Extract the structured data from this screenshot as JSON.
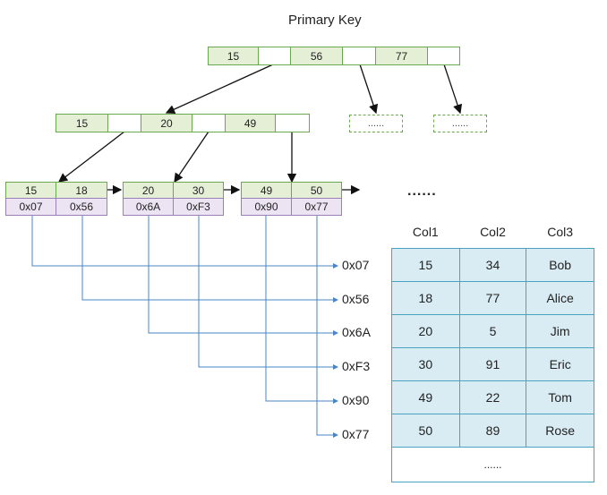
{
  "title": "Primary Key",
  "root": {
    "keys": [
      "15",
      "56",
      "77"
    ],
    "dashed_children": [
      "......",
      "......"
    ]
  },
  "level2": {
    "keys": [
      "15",
      "20",
      "49"
    ]
  },
  "leaves": [
    {
      "keys": [
        "15",
        "18"
      ],
      "rowids": [
        "0x07",
        "0x56"
      ]
    },
    {
      "keys": [
        "20",
        "30"
      ],
      "rowids": [
        "0x6A",
        "0xF3"
      ]
    },
    {
      "keys": [
        "49",
        "50"
      ],
      "rowids": [
        "0x90",
        "0x77"
      ]
    }
  ],
  "leaf_ellipsis": "......",
  "addresses": [
    "0x07",
    "0x56",
    "0x6A",
    "0xF3",
    "0x90",
    "0x77"
  ],
  "table": {
    "headers": [
      "Col1",
      "Col2",
      "Col3"
    ],
    "rows": [
      [
        "15",
        "34",
        "Bob"
      ],
      [
        "18",
        "77",
        "Alice"
      ],
      [
        "20",
        "5",
        "Jim"
      ],
      [
        "30",
        "91",
        "Eric"
      ],
      [
        "49",
        "22",
        "Tom"
      ],
      [
        "50",
        "89",
        "Rose"
      ]
    ],
    "more": "......"
  },
  "colors": {
    "node_green": "#6aa84f",
    "node_fill": "#e5efd6",
    "rowid_fill": "#ede4f3",
    "pointer_blue": "#4a86c6",
    "table_fill": "#d9ecf3",
    "table_border": "#4aa3c0"
  }
}
